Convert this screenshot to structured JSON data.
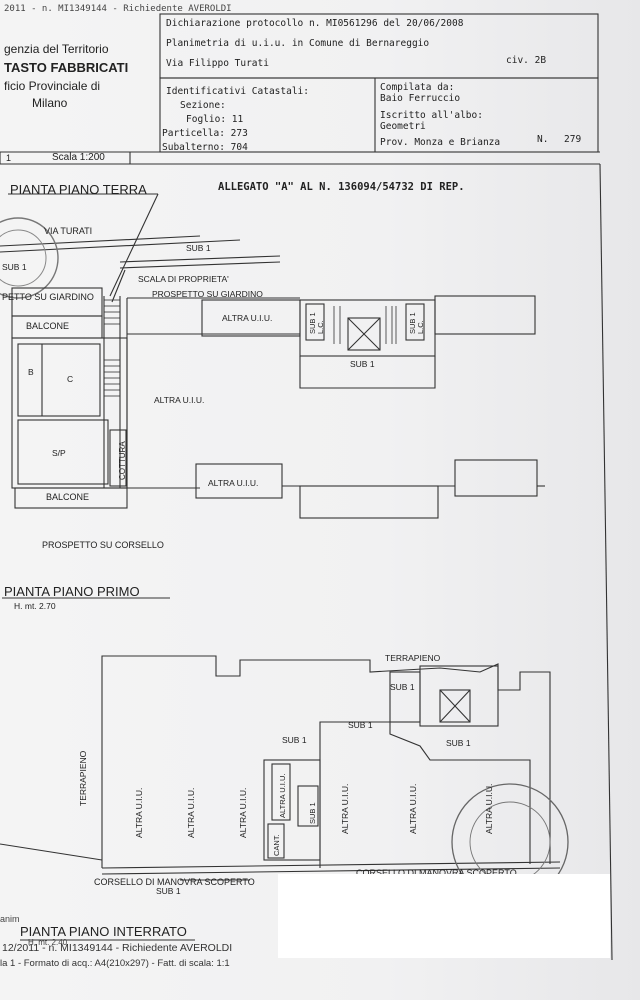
{
  "header": {
    "top_stub": "2011 - n. MI1349144 - Richiedente AVEROLDI",
    "agency_line1": "genzia del Territorio",
    "agency_line2": "TASTO FABBRICATI",
    "agency_line3": "ficio Provinciale di",
    "agency_line4": "Milano",
    "dichiarazione": "Dichiarazione protocollo n. MI0561296 del  20/06/2008",
    "planimetria": "Planimetria di u.i.u. in Comune di Bernareggio",
    "via": "Via Filippo Turati",
    "civ": "civ. 2B",
    "ident_title": "Identificativi Catastali:",
    "sezione": "Sezione:",
    "foglio": "Foglio: 11",
    "particella": "Particella: 273",
    "subalterno": "Subalterno: 704",
    "compilata": "Compilata da:",
    "compilatore": "Baio Ferruccio",
    "iscritto": "Iscritto all'albo:",
    "albo": "Geometri",
    "prov": "Prov. Monza e Brianza",
    "n_label": "N.",
    "n_value": "279",
    "sheet_no": "1",
    "scala": "Scala 1:200"
  },
  "plan": {
    "piano_terra_title": "PIANTA PIANO TERRA",
    "allegato": "ALLEGATO \"A\" AL N. 136094/54732 DI REP.",
    "via_turati": "VIA TURATI",
    "sub1": "SUB 1",
    "scala_proprieta": "SCALA DI PROPRIETA'",
    "prospetto_giardino": "PROSPETTO SU GIARDINO",
    "prospetto_giardino_left": "PETTO SU GIARDINO",
    "balcone": "BALCONE",
    "altra_uiu": "ALTRA U.I.U.",
    "room_b": "B",
    "room_c": "C",
    "room_sp": "S/P",
    "cottura": "COTTURA",
    "lc": "L.C.",
    "prospetto_corsello": "PROSPETTO SU CORSELLO",
    "piano_primo_title": "PIANTA PIANO PRIMO",
    "h_mt": "H. mt. 2.70",
    "terrapieno": "TERRAPIENO",
    "cant": "CANT.",
    "corsello_scoperto": "CORSELLO DI MANOVRA SCOPERTO",
    "interrato_title": "PIANTA PIANO INTERRATO",
    "h_mt_interrato": "H. mt. 2.40"
  },
  "footer": {
    "left_stub": "anim",
    "line1": "12/2011 - n. MI1349144 - Richiedente AVEROLDI",
    "line2": "la 1 - Formato di acq.: A4(210x297) - Fatt. di scala: 1:1"
  }
}
